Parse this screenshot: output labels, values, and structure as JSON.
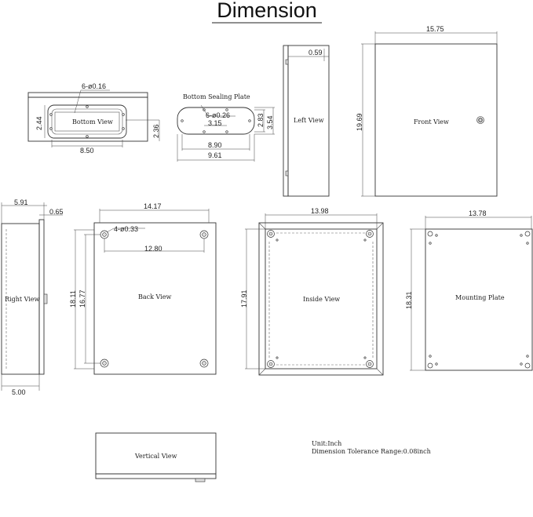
{
  "title": "Dimension",
  "views": {
    "bottom": "Bottom View",
    "bottom_sealing_plate": "Bottom Sealing Plate",
    "left": "Left View",
    "front": "Front View",
    "right": "Right View",
    "back": "Back View",
    "inside": "Inside View",
    "mounting_plate": "Mounting Plate",
    "vertical": "Vertical View"
  },
  "dimensions": {
    "bottom_holes": "6-ø0.16",
    "bottom_height": "2.44",
    "bottom_side": "2.36",
    "bottom_width": "8.50",
    "seal_holes": "6-ø0.26",
    "seal_inner_height": "2.83",
    "seal_outer_height": "3.54",
    "seal_hole_pitch": "3.15",
    "seal_inner_width": "8.90",
    "seal_outer_width": "9.61",
    "left_flange": "0.59",
    "front_width": "15.75",
    "front_height": "19.69",
    "right_depth": "5.91",
    "right_flange": "0.65",
    "right_base": "5.00",
    "back_width": "14.17",
    "back_holes": "4-ø0.33",
    "back_hole_pitch_x": "12.80",
    "back_height": "18.11",
    "back_hole_pitch_y": "16.77",
    "inside_width": "13.98",
    "inside_height": "17.91",
    "plate_width": "13.78",
    "plate_height": "18.31"
  },
  "notes": {
    "unit": "Unit:Inch",
    "tolerance": "Dimension Tolerance Range:0.08inch"
  }
}
